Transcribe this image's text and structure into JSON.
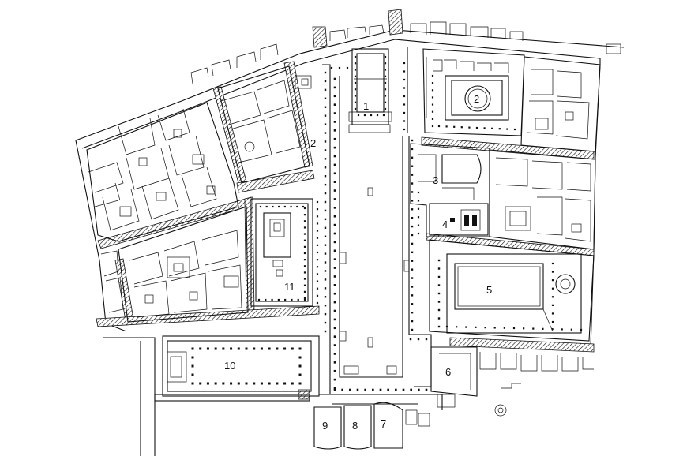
{
  "map": {
    "labels": [
      {
        "id": "1",
        "text": "1"
      },
      {
        "id": "2",
        "text": "2"
      },
      {
        "id": "3",
        "text": "3"
      },
      {
        "id": "4",
        "text": "4"
      },
      {
        "id": "5",
        "text": "5"
      },
      {
        "id": "6",
        "text": "6"
      },
      {
        "id": "7",
        "text": "7"
      },
      {
        "id": "8",
        "text": "8"
      },
      {
        "id": "9",
        "text": "9"
      },
      {
        "id": "10",
        "text": "10"
      },
      {
        "id": "11",
        "text": "11"
      },
      {
        "id": "2b",
        "text": "2"
      }
    ]
  }
}
